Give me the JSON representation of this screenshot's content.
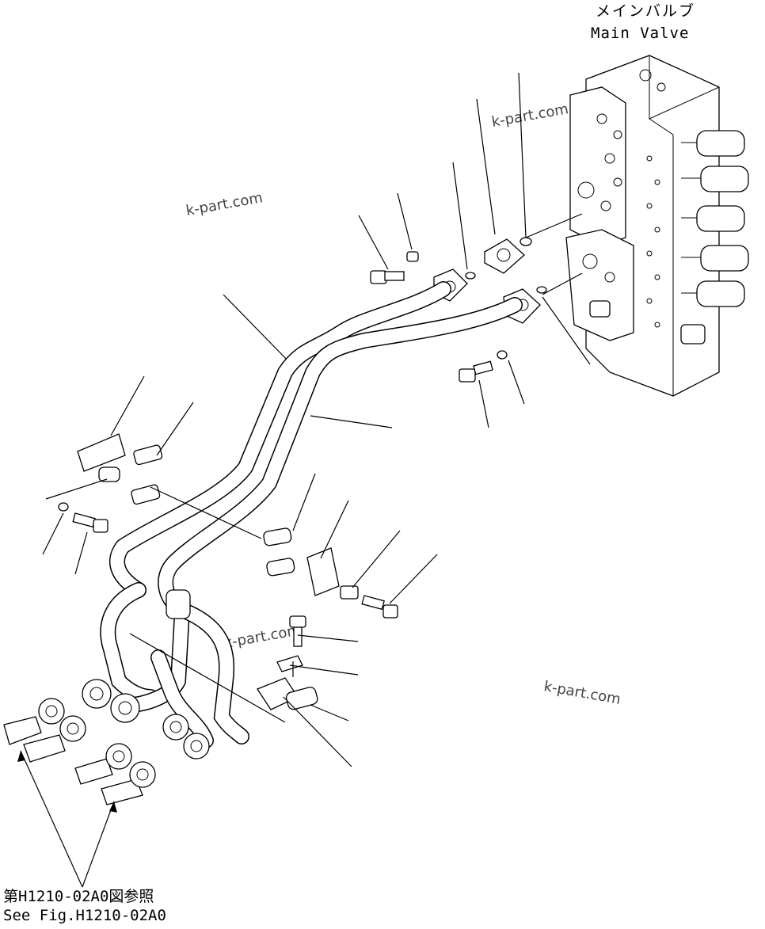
{
  "labels": {
    "main_valve_jp": "メインバルブ",
    "main_valve_en": "Main Valve",
    "see_fig_jp": "第H1210-02A0図参照",
    "see_fig_en": "See Fig.H1210-02A0"
  },
  "watermarks": [
    "k-part.com",
    "k-part.com",
    "k-part.com",
    "k-part.com"
  ],
  "colors": {
    "ink": "#000000",
    "paper": "#ffffff",
    "watermark": "#444444"
  },
  "icons": [
    "main-valve-assembly",
    "hydraulic-tube",
    "flange",
    "bolt",
    "washer",
    "o-ring",
    "clamp",
    "tube-end-flange"
  ]
}
